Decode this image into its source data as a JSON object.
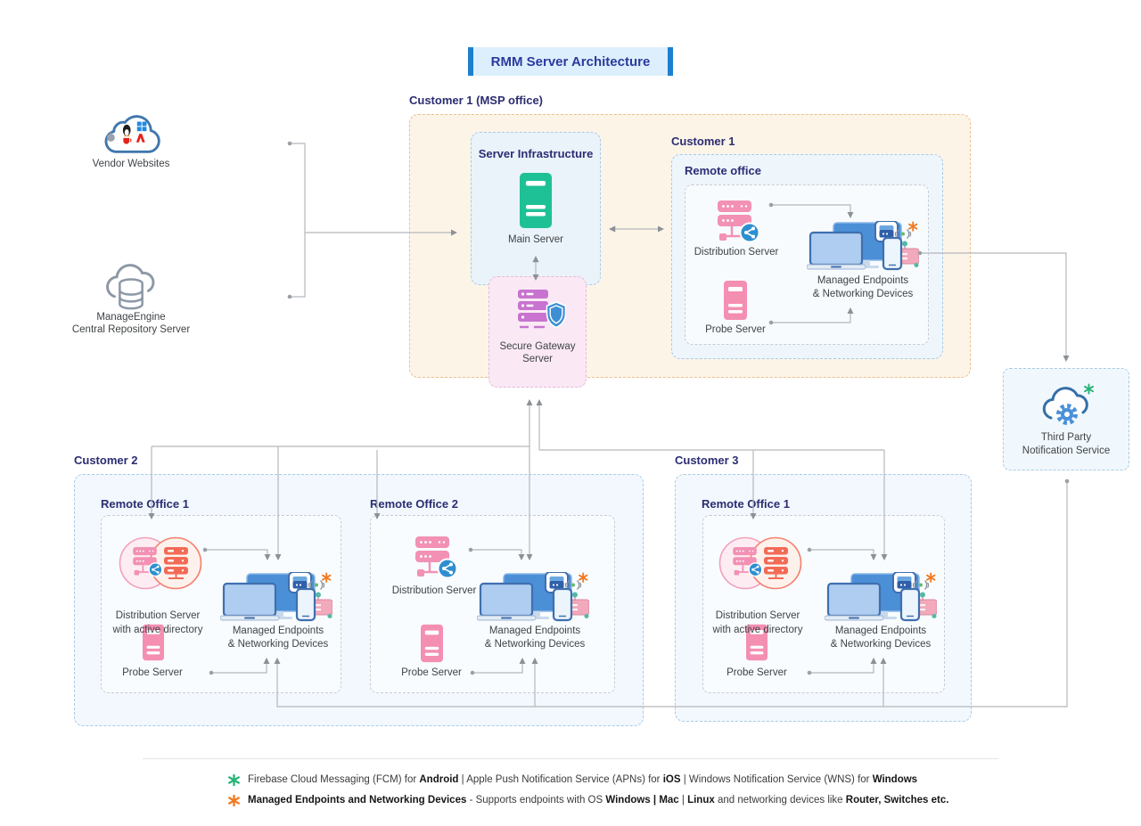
{
  "title": "RMM Server Architecture",
  "left_sources": {
    "vendor_label": "Vendor Websites",
    "repo_label_1": "ManageEngine",
    "repo_label_2": "Central Repository Server"
  },
  "msp": {
    "label": "Customer 1 (MSP office)",
    "server_infra": {
      "title": "Server Infrastructure",
      "main_server_label": "Main Server"
    },
    "gateway": {
      "label_1": "Secure Gateway",
      "label_2": "Server"
    },
    "customer1": {
      "label": "Customer 1",
      "office_label": "Remote office"
    }
  },
  "shared": {
    "dist": "Distribution Server",
    "dist_ad_1": "Distribution Server",
    "dist_ad_2": "with active directory",
    "probe": "Probe Server",
    "endpoints_1": "Managed Endpoints",
    "endpoints_2": "& Networking Devices"
  },
  "third_party": {
    "label_1": "Third Party",
    "label_2": "Notification Service"
  },
  "customer2": {
    "label": "Customer 2",
    "office1_label": "Remote Office 1",
    "office2_label": "Remote Office 2"
  },
  "customer3": {
    "label": "Customer 3",
    "office1_label": "Remote Office 1"
  },
  "legend": {
    "line1": [
      {
        "t": "Firebase Cloud Messaging (FCM) for ",
        "b": false
      },
      {
        "t": "Android",
        "b": true
      },
      {
        "t": "   |   ",
        "b": false
      },
      {
        "t": "Apple Push Notification Service (APNs) for ",
        "b": false
      },
      {
        "t": "iOS",
        "b": true
      },
      {
        "t": "   |   ",
        "b": false
      },
      {
        "t": "Windows Notification Service (WNS) for ",
        "b": false
      },
      {
        "t": "Windows",
        "b": true
      }
    ],
    "line2": [
      {
        "t": "Managed Endpoints and Networking Devices",
        "b": true
      },
      {
        "t": " - Supports endpoints with OS  ",
        "b": false
      },
      {
        "t": "Windows | Mac",
        "b": true
      },
      {
        "t": " | ",
        "b": false
      },
      {
        "t": "Linux",
        "b": true
      },
      {
        "t": " and networking devices like ",
        "b": false
      },
      {
        "t": "Router, Switches etc.",
        "b": true
      }
    ]
  },
  "colors": {
    "accent_blue": "#1c80cf",
    "title_text": "#2b3a9d",
    "label_navy": "#2b2d72",
    "line_gray": "#b5b7ba",
    "main_server_green": "#1ec195",
    "pink_server": "#f291b4",
    "gateway_purple": "#c873cf",
    "coral_server": "#f26b56",
    "share_blue": "#2e8fd0",
    "endpoint_blue": "#4b8fd7",
    "router_pink": "#f2a9bb",
    "asterisk_green": "#27b478",
    "asterisk_orange": "#f07a22",
    "msp_bg": "#fdf4e8",
    "msp_border": "#ecc08c",
    "blue_box_bg": "#eef6fc",
    "blue_box_border": "#a9cbe3",
    "gateway_bg": "#fae9f5"
  }
}
